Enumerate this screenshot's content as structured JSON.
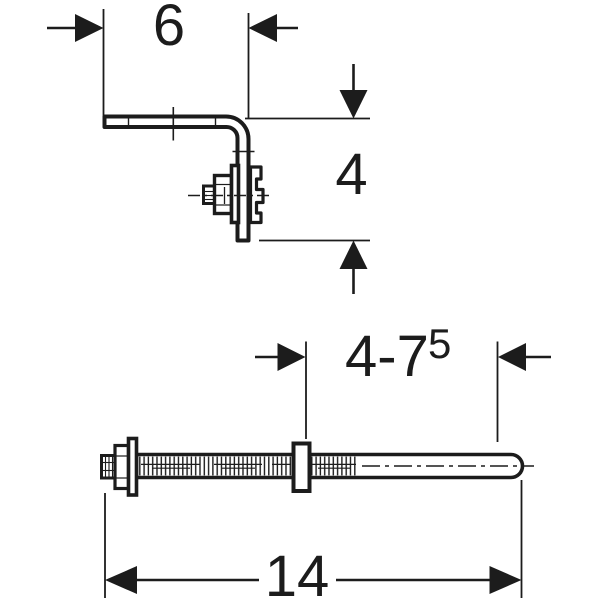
{
  "page": {
    "background_color": "#ffffff",
    "line_color": "#1c1c1c",
    "description_visible_content": "technical dimension drawing, two views"
  },
  "figure": {
    "top_drawing": {
      "dim_width": {
        "value": "6"
      },
      "dim_height": {
        "value": "4"
      }
    },
    "bottom_drawing": {
      "dim_adjust": {
        "value": "4-7",
        "superscript": "5"
      },
      "dim_length": {
        "value": "14"
      }
    }
  }
}
